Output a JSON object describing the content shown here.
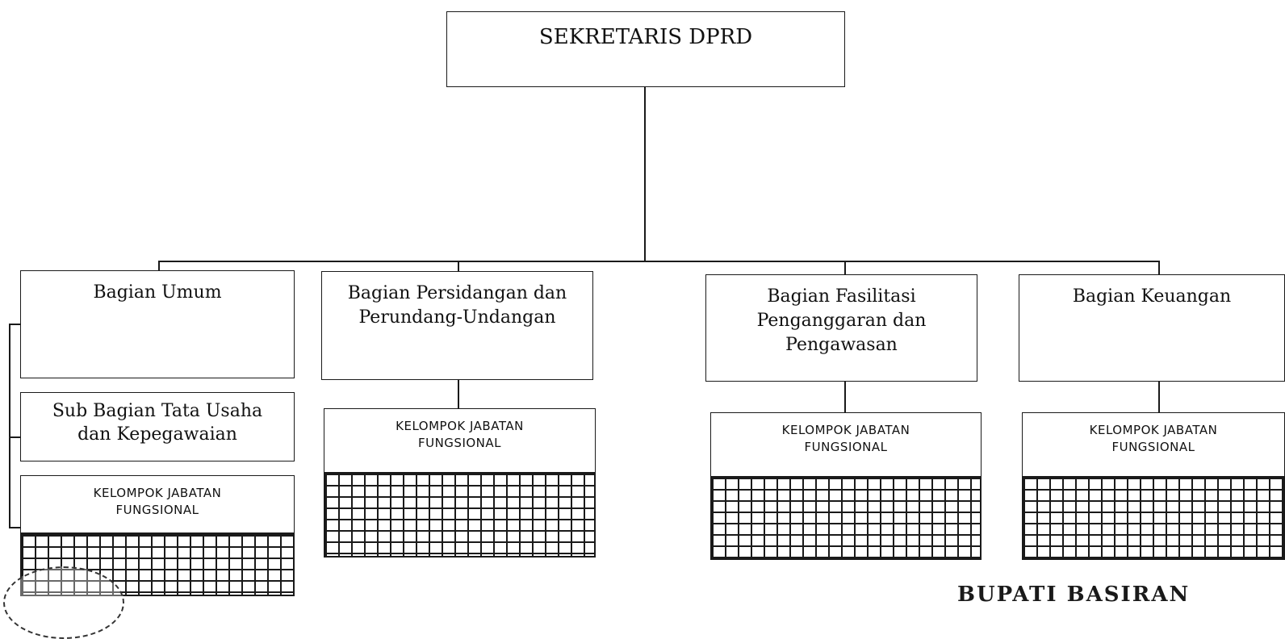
{
  "root": {
    "label": "SEKRETARIS DPRD"
  },
  "units": [
    {
      "title_lines": [
        "Bagian Umum"
      ]
    },
    {
      "title_lines": [
        "Bagian Persidangan dan",
        "Perundang-Undangan"
      ]
    },
    {
      "title_lines": [
        "Bagian Fasilitasi",
        "Penganggaran dan",
        "Pengawasan"
      ]
    },
    {
      "title_lines": [
        "Bagian Keuangan"
      ]
    }
  ],
  "sub_unit": {
    "title_lines": [
      "Sub Bagian Tata Usaha",
      "dan Kepegawaian"
    ]
  },
  "functional_group": {
    "lines": [
      "KELOMPOK JABATAN",
      "FUNGSIONAL"
    ]
  },
  "footer_text": "BUPATI BASIRAN",
  "colors": {
    "line": "#1a1a1a",
    "background": "#ffffff"
  }
}
